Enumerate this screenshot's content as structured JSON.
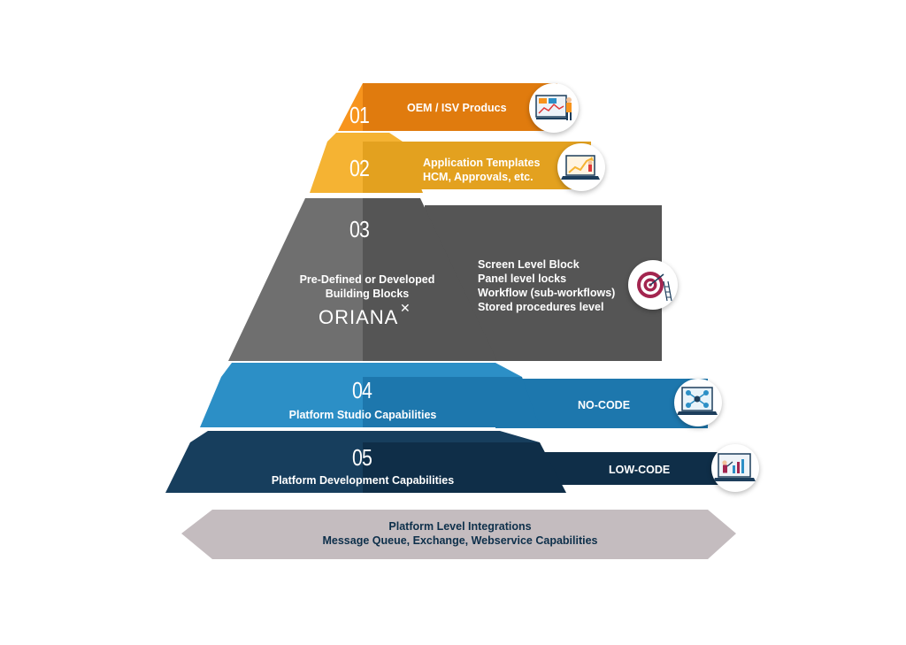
{
  "colors": {
    "level1_light": "#f7941d",
    "level1_dark": "#e07b0e",
    "level2_light": "#f5b333",
    "level2_dark": "#e3a11f",
    "level3_light": "#6f6f6f",
    "level3_dark": "#555555",
    "level4_light": "#2c8fc6",
    "level4_dark": "#1d77ad",
    "level5_light": "#173e5d",
    "level5_dark": "#0f2e48",
    "base": "#c4bcbf",
    "base_text": "#0d2f4a"
  },
  "levels": [
    {
      "number": "01",
      "lines": [
        "OEM / ISV Producs"
      ],
      "icon": "dashboard-presentation-icon"
    },
    {
      "number": "02",
      "lines": [
        "Application Templates",
        "HCM, Approvals, etc."
      ],
      "icon": "laptop-growth-chart-icon"
    },
    {
      "number": "03",
      "left_lines": [
        "Pre-Defined or Developed",
        "Building Blocks"
      ],
      "logo": "ORIANA",
      "lines": [
        "Screen Level Block",
        "Panel level locks",
        "Workflow (sub-workflows)",
        "Stored procedures level"
      ],
      "icon": "target-ladder-icon"
    },
    {
      "number": "04",
      "left_lines": [
        "Platform Studio Capabilities"
      ],
      "lines": [
        "NO-CODE"
      ],
      "icon": "network-laptop-icon"
    },
    {
      "number": "05",
      "left_lines": [
        "Platform Development Capabilities"
      ],
      "lines": [
        "LOW-CODE"
      ],
      "icon": "presenter-screen-icon"
    }
  ],
  "base": {
    "lines": [
      "Platform Level Integrations",
      "Message Queue, Exchange, Webservice Capabilities"
    ]
  }
}
